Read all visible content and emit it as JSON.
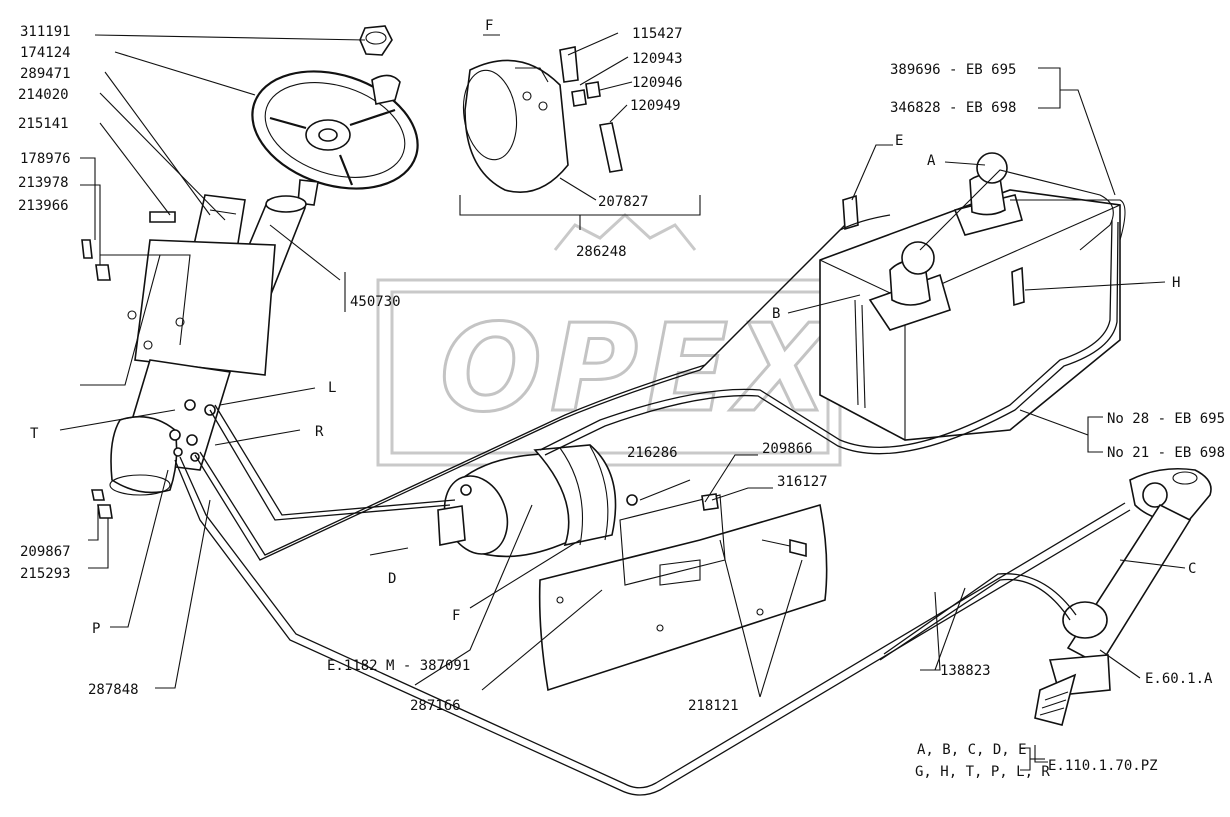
{
  "watermark": {
    "text": "OPEX"
  },
  "groups": {
    "detail_f": "F",
    "tank_models": {
      "m1": "389696 - EB 695",
      "m2": "346828 - EB 698"
    },
    "tank_numbers": {
      "n1": "No 28 - EB 695",
      "n2": "No 21 - EB 698"
    },
    "legend": {
      "line1": "A, B, C, D, E",
      "line2": "G, H, T, P, L, R",
      "ref": "E.110.1.70.PZ"
    }
  },
  "part_numbers": {
    "p311191": "311191",
    "p174124": "174124",
    "p289471": "289471",
    "p214020": "214020",
    "p215141": "215141",
    "p178976": "178976",
    "p213978": "213978",
    "p213966": "213966",
    "p450730": "450730",
    "p209867": "209867",
    "p215293": "215293",
    "p287848": "287848",
    "p115427": "115427",
    "p120943": "120943",
    "p120946": "120946",
    "p120949": "120949",
    "p207827": "207827",
    "p286248": "286248",
    "p216286": "216286",
    "p209866": "209866",
    "p316127": "316127",
    "p138823": "138823",
    "p218121": "218121",
    "p287166": "287166",
    "pE60": "E.60.1.A",
    "pE1182": "E.1182 M - 387091"
  },
  "letters": {
    "A": "A",
    "B": "B",
    "C": "C",
    "D": "D",
    "E": "E",
    "F": "F",
    "H": "H",
    "L": "L",
    "R": "R",
    "T": "T",
    "P": "P"
  }
}
